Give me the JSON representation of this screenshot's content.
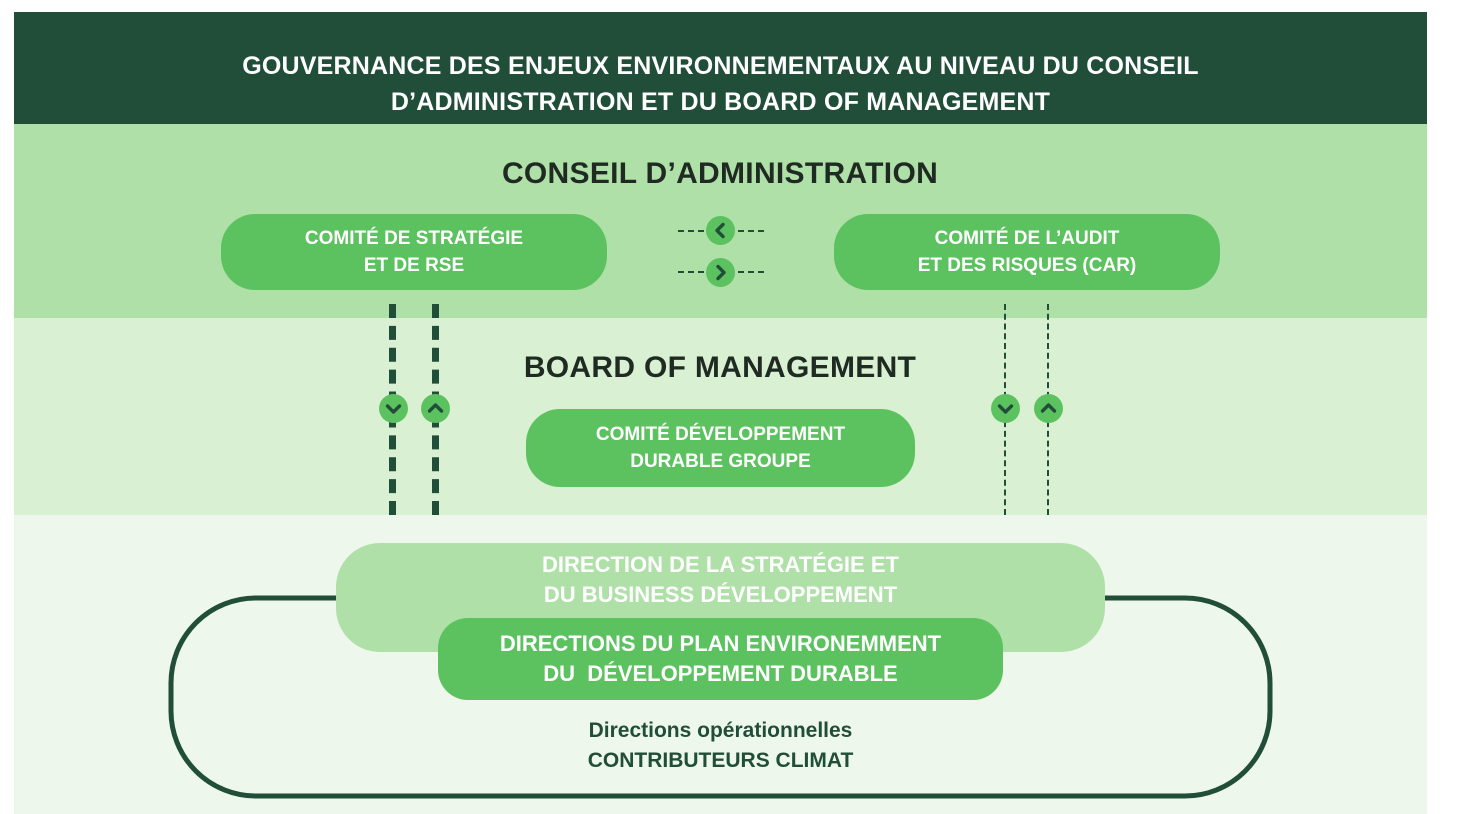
{
  "header": {
    "title_line1": "GOUVERNANCE DES ENJEUX ENVIRONNEMENTAUX AU NIVEAU DU CONSEIL",
    "title_line2": "D’ADMINISTRATION ET DU BOARD OF MANAGEMENT"
  },
  "conseil": {
    "title": "CONSEIL D’ADMINISTRATION",
    "comite_strategie": {
      "line1": "COMITÉ DE STRATÉGIE",
      "line2": "ET DE RSE"
    },
    "comite_audit": {
      "line1": "COMITÉ DE L’AUDIT",
      "line2": "ET DES RISQUES (CAR)"
    }
  },
  "board": {
    "title": "BOARD OF MANAGEMENT",
    "comite_dd": {
      "line1": "COMITÉ DÉVELOPPEMENT",
      "line2": "DURABLE GROUPE"
    }
  },
  "operations": {
    "direction_strategie": {
      "line1": "DIRECTION DE LA STRATÉGIE ET",
      "line2": "DU BUSINESS DÉVELOPPEMENT"
    },
    "direction_plan": {
      "line1": "DIRECTIONS DU PLAN ENVIRONEMMENT",
      "line2": "DU  DÉVELOPPEMENT DURABLE"
    },
    "contributeurs": {
      "line1": "Directions opérationnelles",
      "line2": "CONTRIBUTEURS CLIMAT"
    }
  },
  "icons": {
    "arrow_left": "chevron-left-icon",
    "arrow_right": "chevron-right-icon",
    "arrow_down": "chevron-down-icon",
    "arrow_up": "chevron-up-icon"
  },
  "colors": {
    "header_bg": "#214e39",
    "band_board": "#afe0a8",
    "band_mgmt": "#d9f0d3",
    "band_ops": "#eef7ec",
    "pill_green": "#5cc260",
    "dark_text": "#1f2a22"
  }
}
